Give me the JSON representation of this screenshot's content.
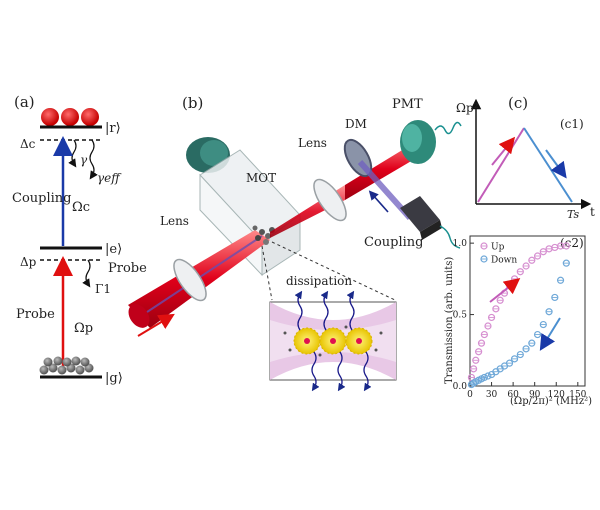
{
  "panel_labels": {
    "a": "(a)",
    "b": "(b)",
    "c": "(c)",
    "c1": "(c1)",
    "c2": "(c2)"
  },
  "level_diagram": {
    "ket_r": "|r⟩",
    "ket_e": "|e⟩",
    "ket_g": "|g⟩",
    "delta_c": "Δc",
    "delta_p": "Δp",
    "gamma": "γ",
    "gamma_eff": "γeff",
    "Gamma1": "Γ1",
    "coupling_label": "Coupling",
    "probe_label_left": "Probe",
    "probe_label_right": "Probe",
    "omega_c": "Ωc",
    "omega_p": "Ωp"
  },
  "setup": {
    "lens_left": "Lens",
    "lens_right": "Lens",
    "mot": "MOT",
    "dm": "DM",
    "pmt": "PMT",
    "coupling": "Coupling",
    "dissipation": "dissipation"
  },
  "c1": {
    "y_label": "Ωp²",
    "x_label": "t",
    "ts_label": "Ts"
  },
  "chart_data": {
    "type": "scatter",
    "title": "",
    "xlabel": "(Ωp/2π)² (MHz²)",
    "ylabel": "Transmission (arb. units)",
    "xlim": [
      0,
      160
    ],
    "ylim": [
      0,
      1.05
    ],
    "xticks": [
      0,
      30,
      60,
      90,
      120,
      150
    ],
    "yticks": [
      0.0,
      0.5,
      1.0
    ],
    "legend_position": "top-left",
    "series": [
      {
        "name": "Up",
        "color": "#d68fd0",
        "x": [
          2,
          5,
          8,
          12,
          16,
          20,
          25,
          30,
          36,
          42,
          48,
          55,
          62,
          70,
          78,
          86,
          94,
          102,
          110,
          118,
          126,
          134
        ],
        "y": [
          0.06,
          0.12,
          0.18,
          0.24,
          0.3,
          0.36,
          0.42,
          0.48,
          0.54,
          0.6,
          0.65,
          0.7,
          0.75,
          0.8,
          0.84,
          0.88,
          0.91,
          0.94,
          0.96,
          0.97,
          0.98,
          0.98
        ]
      },
      {
        "name": "Down",
        "color": "#6fa8d8",
        "x": [
          2,
          5,
          8,
          12,
          16,
          20,
          25,
          30,
          36,
          42,
          48,
          55,
          62,
          70,
          78,
          86,
          94,
          102,
          110,
          118,
          126,
          134
        ],
        "y": [
          0.01,
          0.02,
          0.03,
          0.04,
          0.05,
          0.06,
          0.07,
          0.08,
          0.1,
          0.12,
          0.14,
          0.16,
          0.19,
          0.22,
          0.26,
          0.3,
          0.36,
          0.43,
          0.52,
          0.62,
          0.74,
          0.86
        ]
      }
    ]
  }
}
